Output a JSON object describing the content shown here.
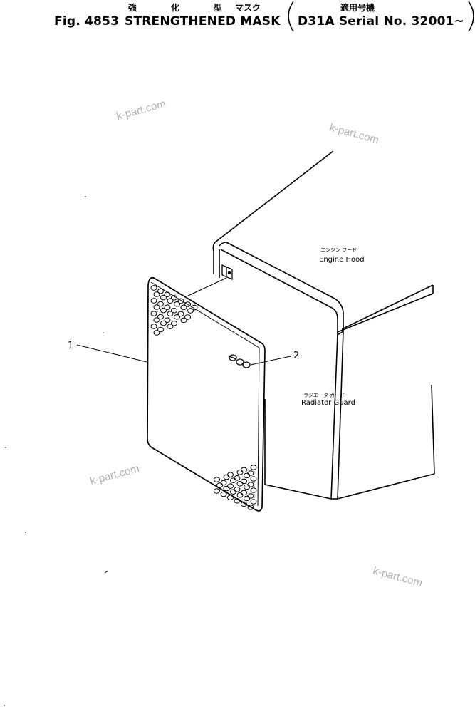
{
  "header": {
    "jp_part1": "強",
    "jp_part2": "化",
    "jp_part3": "型",
    "jp_part4": "マスク",
    "jp_applicable": "適用号機",
    "fig_label": "Fig. 4853",
    "title": "STRENGTHENED MASK",
    "serial": "D31A Serial No. 32001~"
  },
  "labels": {
    "engine_hood_jp": "エンジン フード",
    "engine_hood": "Engine Hood",
    "radiator_guard_jp": "ラジエータ ガード",
    "radiator_guard": "Radiator Guard"
  },
  "callouts": [
    "1",
    "2"
  ],
  "watermarks": [
    "k-part.com",
    "k-part.com",
    "k-part.com",
    "k-part.com"
  ]
}
